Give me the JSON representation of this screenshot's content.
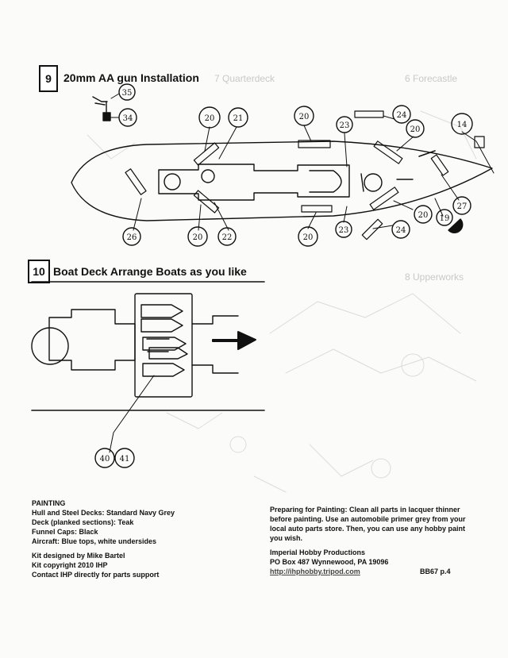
{
  "step9": {
    "number": "9",
    "title": "20mm AA gun Installation",
    "ghost_left": "7 Quarterdeck",
    "ghost_right": "6 Forecastle",
    "callouts": [
      "35",
      "34",
      "20",
      "21",
      "20",
      "23",
      "24",
      "20",
      "14",
      "26",
      "20",
      "22",
      "20",
      "23",
      "24",
      "20",
      "19",
      "27"
    ]
  },
  "step10": {
    "number": "10",
    "title": "Boat Deck   Arrange Boats as you like",
    "ghost_right": "8 Upperworks",
    "callouts": [
      "40",
      "41"
    ]
  },
  "painting": {
    "heading": "PAINTING",
    "lines": [
      "Hull and Steel Decks: Standard Navy Grey",
      "Deck (planked sections): Teak",
      "Funnel Caps: Black",
      "Aircraft: Blue tops, white undersides"
    ]
  },
  "credits": {
    "lines": [
      "Kit designed by Mike Bartel",
      "Kit copyright 2010 IHP",
      "Contact IHP directly for parts support"
    ]
  },
  "prep": {
    "lines": [
      "Preparing for Painting:  Clean all parts in lacquer thinner",
      "before painting.  Use an automobile primer grey from your",
      "local auto parts store.  Then, you can use any hobby paint",
      "you wish."
    ]
  },
  "company": {
    "name": "Imperial Hobby Productions",
    "address": "PO Box 487  Wynnewood, PA 19096",
    "url": "http://ihphobby.tripod.com",
    "page": "BB67 p.4"
  }
}
